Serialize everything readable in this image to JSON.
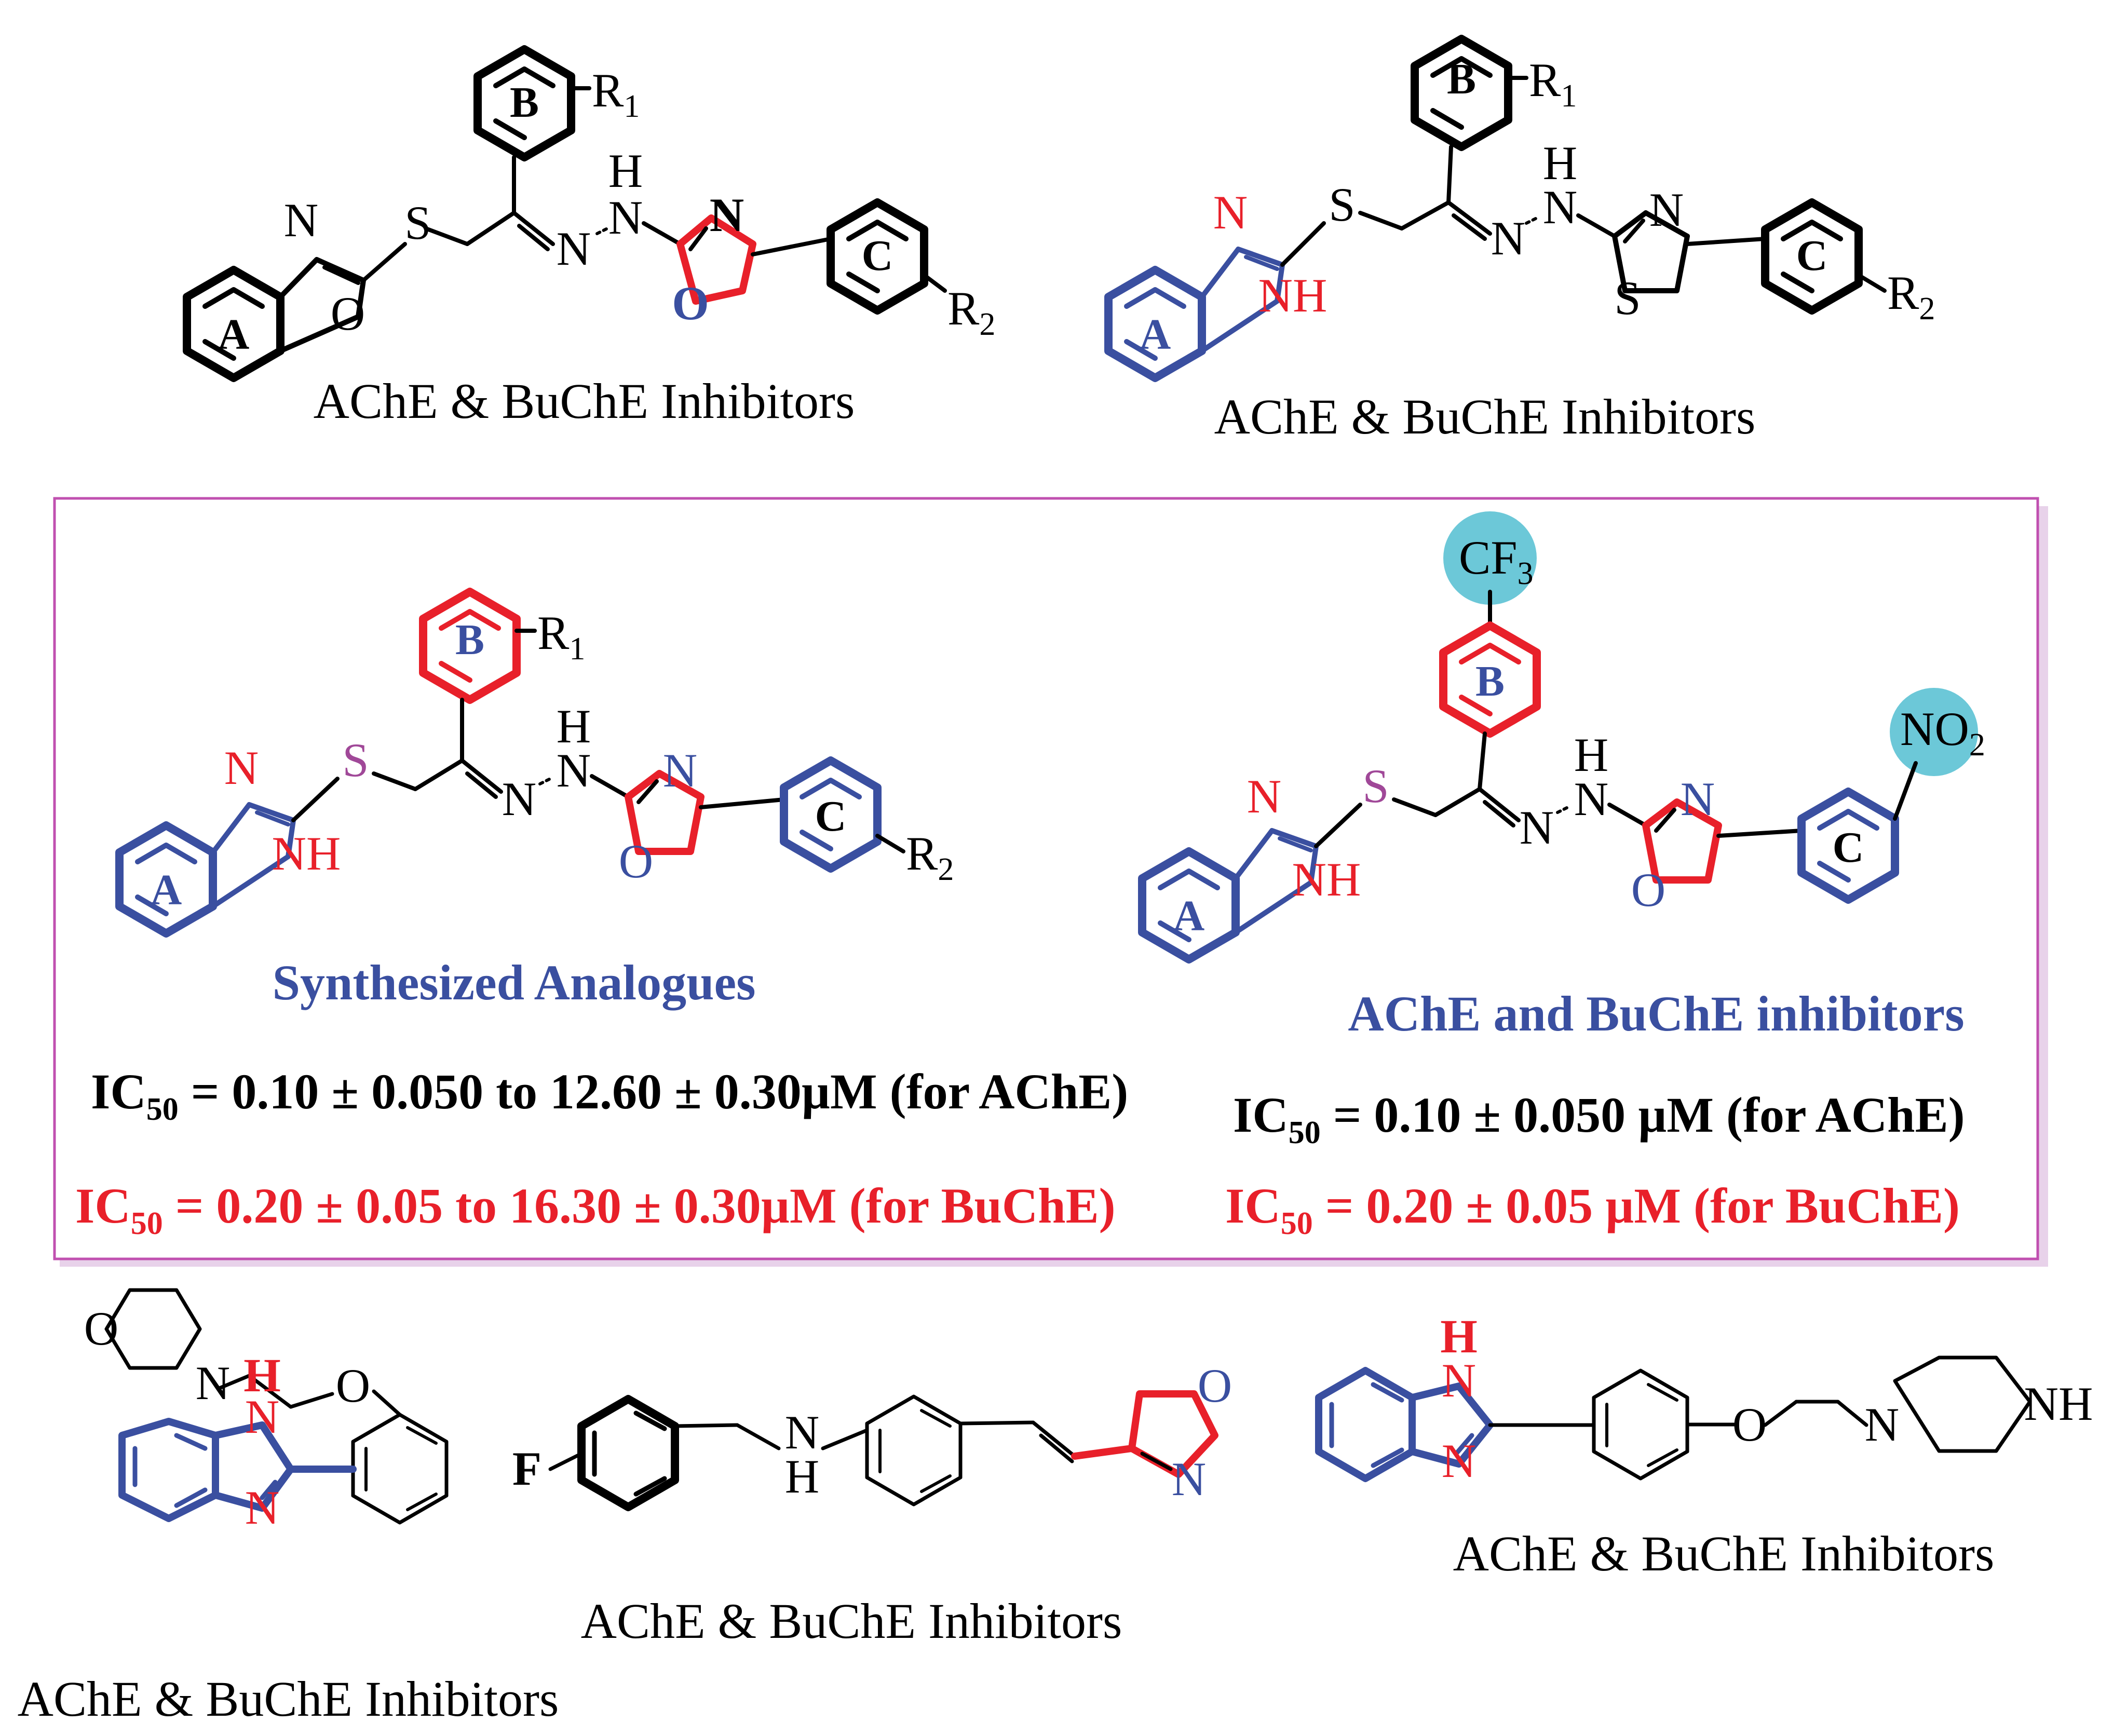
{
  "colors": {
    "blue": "#3a4fa0",
    "red": "#e8202a",
    "black": "#000000",
    "magenta": "#a04898",
    "box_border": "#c050b0",
    "highlight": "#6cc8d8"
  },
  "top_left": {
    "caption": "AChE & BuChE Inhibitors",
    "labels": {
      "A": "A",
      "B": "B",
      "C": "C",
      "R1": "R",
      "R1_sub": "1",
      "R2": "R",
      "R2_sub": "2",
      "N1": "N",
      "O1": "O",
      "S": "S",
      "N_hyd": "N",
      "H_hyd": "H",
      "NH_N": "N",
      "N_ox": "N",
      "O_ox": "O"
    }
  },
  "top_right": {
    "caption": "AChE & BuChE Inhibitors",
    "labels": {
      "A": "A",
      "B": "B",
      "C": "C",
      "R1": "R",
      "R1_sub": "1",
      "R2": "R",
      "R2_sub": "2",
      "N_bz": "N",
      "NH_bz": "NH",
      "S": "S",
      "N_hyd": "N",
      "H_hyd": "H",
      "NH_N": "N",
      "N_tz": "N",
      "S_tz": "S"
    }
  },
  "box_left": {
    "caption": "Synthesized Analogues",
    "ic50_ache_prefix": "IC",
    "ic50_ache_sub": "50",
    "ic50_ache_text": " = 0.10 ± 0.050 to 12.60 ± 0.30µM (for AChE)",
    "ic50_buche_prefix": "IC",
    "ic50_buche_sub": "50",
    "ic50_buche_text": " =  0.20 ± 0.05 to 16.30 ± 0.30µM (for BuChE)",
    "labels": {
      "A": "A",
      "B": "B",
      "C": "C",
      "R1": "R",
      "R1_sub": "1",
      "R2": "R",
      "R2_sub": "2",
      "N_bz": "N",
      "NH_bz": "NH",
      "S": "S",
      "N_hyd": "N",
      "H_hyd": "H",
      "NH_N": "N",
      "N_ox": "N",
      "O_ox": "O"
    }
  },
  "box_right": {
    "caption": "AChE and BuChE inhibitors",
    "ic50_ache_prefix": "IC",
    "ic50_ache_sub": "50",
    "ic50_ache_text": " = 0.10 ± 0.050 µM (for AChE)",
    "ic50_buche_prefix": "IC",
    "ic50_buche_sub": "50",
    "ic50_buche_text": " =  0.20 ± 0.05 µM (for BuChE)",
    "labels": {
      "A": "A",
      "B": "B",
      "C": "C",
      "CF3": "CF",
      "CF3_sub": "3",
      "NO2": "NO",
      "NO2_sub": "2",
      "N_bz": "N",
      "NH_bz": "NH",
      "S": "S",
      "N_hyd": "N",
      "H_hyd": "H",
      "NH_N": "N",
      "N_ox": "N",
      "O_ox": "O"
    }
  },
  "bottom_1": {
    "caption": "AChE & BuChE Inhibitors",
    "labels": {
      "O_morph": "O",
      "N_morph": "N",
      "O_ether": "O",
      "H": "H",
      "N1": "N",
      "N2": "N"
    }
  },
  "bottom_2": {
    "caption": "AChE & BuChE Inhibitors",
    "labels": {
      "F": "F",
      "N": "N",
      "H": "H",
      "O_ox": "O",
      "N_ox": "N"
    }
  },
  "bottom_3": {
    "caption": "AChE & BuChE Inhibitors",
    "labels": {
      "H": "H",
      "N1": "N",
      "N2": "N",
      "O": "O",
      "N_pip": "N",
      "NH_pip": "NH"
    }
  }
}
